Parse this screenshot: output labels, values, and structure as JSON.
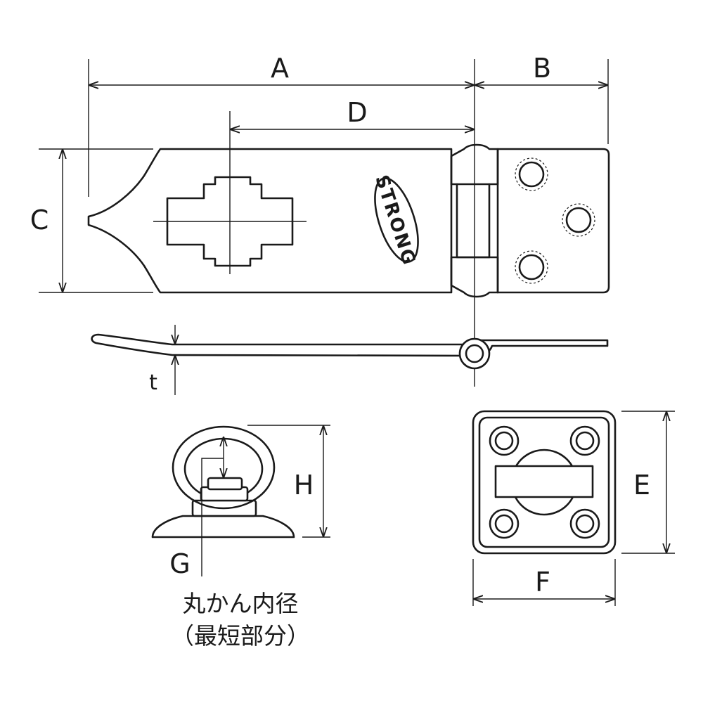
{
  "labels": {
    "A": "A",
    "B": "B",
    "C": "C",
    "D": "D",
    "E": "E",
    "F": "F",
    "G": "G",
    "H": "H",
    "t": "t"
  },
  "logo_text": "STRONG",
  "caption": {
    "line1": "丸かん内径",
    "line2": "（最短部分）"
  }
}
